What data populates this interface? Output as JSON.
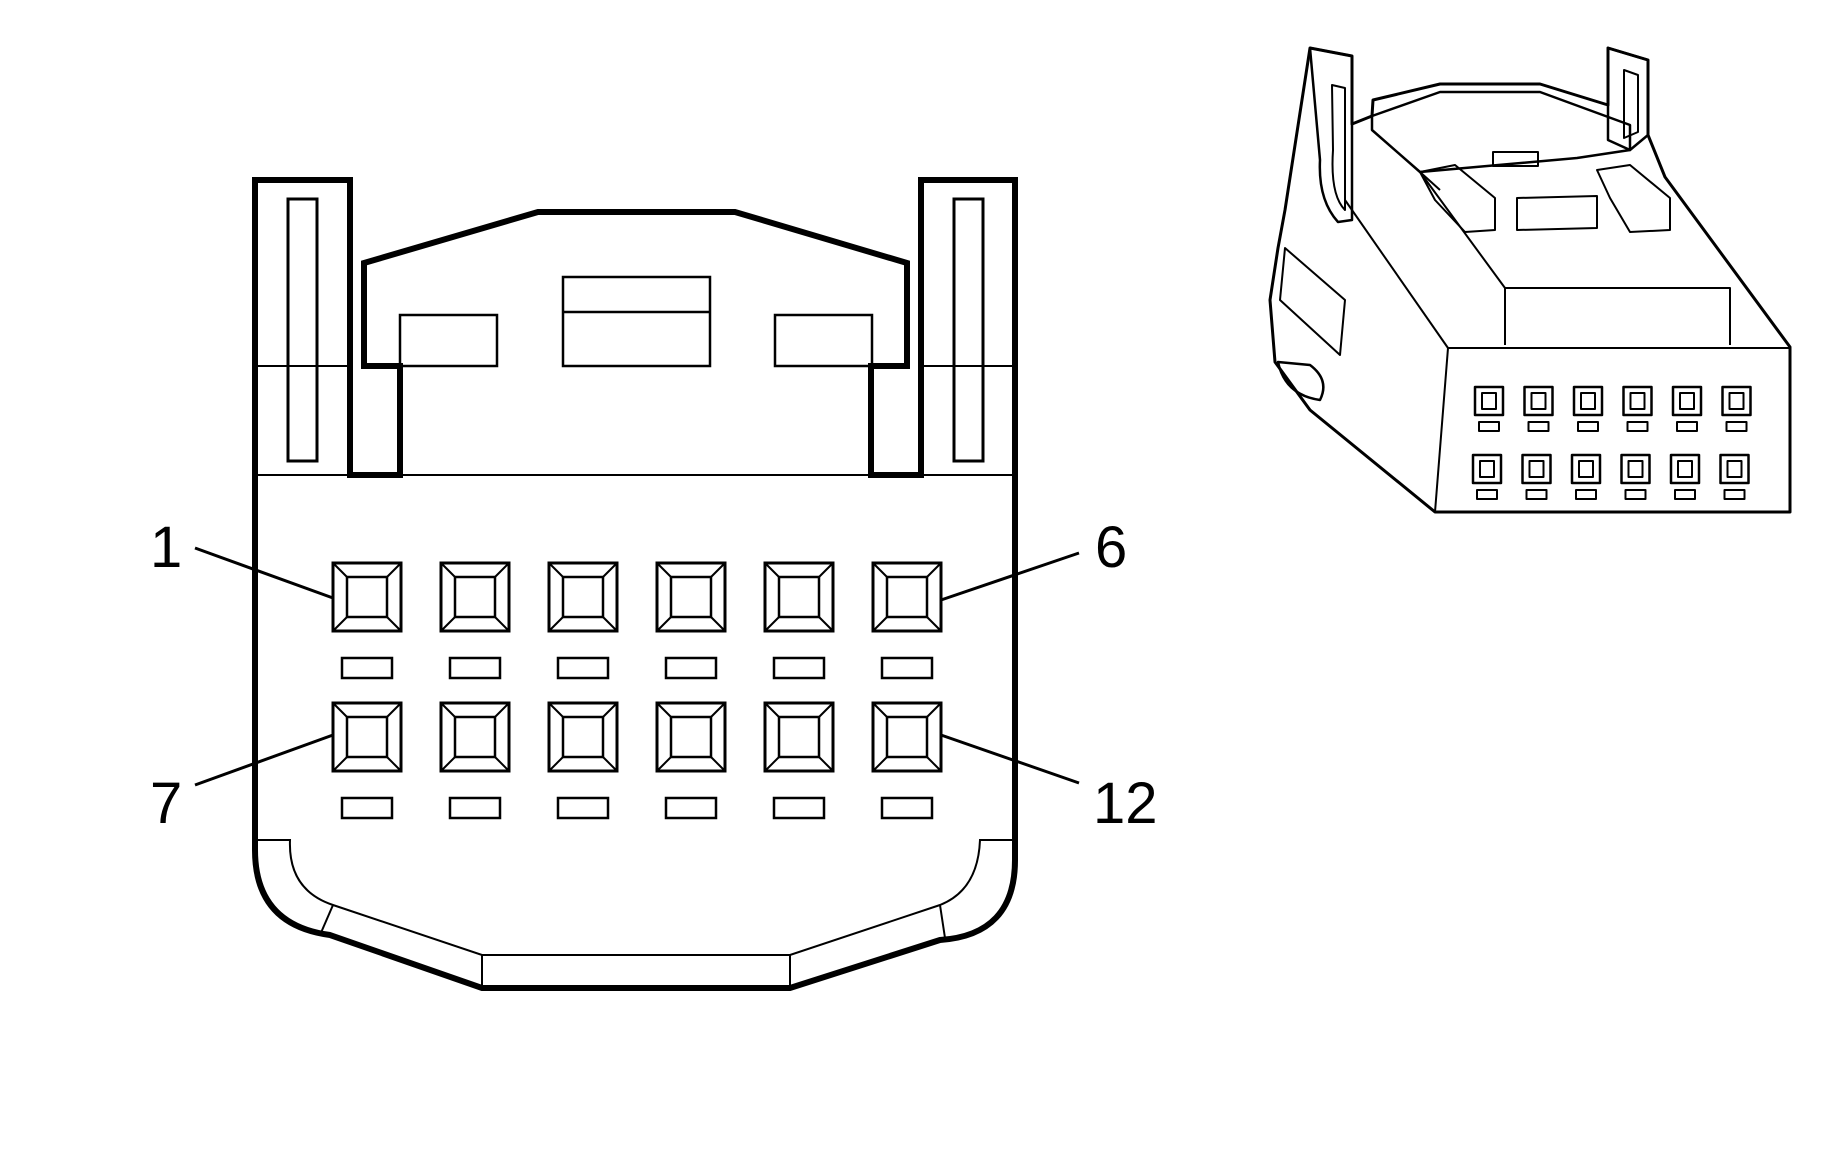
{
  "diagram": {
    "colors": {
      "stroke": "#000000",
      "fill": "#ffffff"
    },
    "connector_front": {
      "rows": 2,
      "columns": 6,
      "pin_labels": [
        {
          "id": "pin-1",
          "text": "1"
        },
        {
          "id": "pin-6",
          "text": "6"
        },
        {
          "id": "pin-7",
          "text": "7"
        },
        {
          "id": "pin-12",
          "text": "12"
        }
      ]
    },
    "connector_iso": {
      "rows": 2,
      "columns": 6
    }
  }
}
